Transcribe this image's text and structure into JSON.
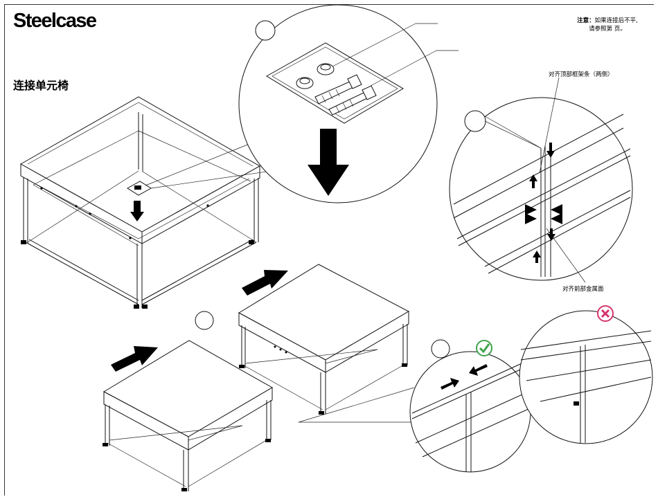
{
  "header": {
    "brand": "Steelcase",
    "section_title": "连接单元椅"
  },
  "note": {
    "label": "注意：",
    "line1": "如果连接后不平,",
    "line2": "请参照第  页。"
  },
  "callouts": {
    "top_frame": "对齐顶部框架条（两侧）",
    "front_metal": "对齐前部金属面"
  },
  "indicators": {
    "correct_color": "#3fa34d",
    "wrong_color": "#d6336c"
  }
}
